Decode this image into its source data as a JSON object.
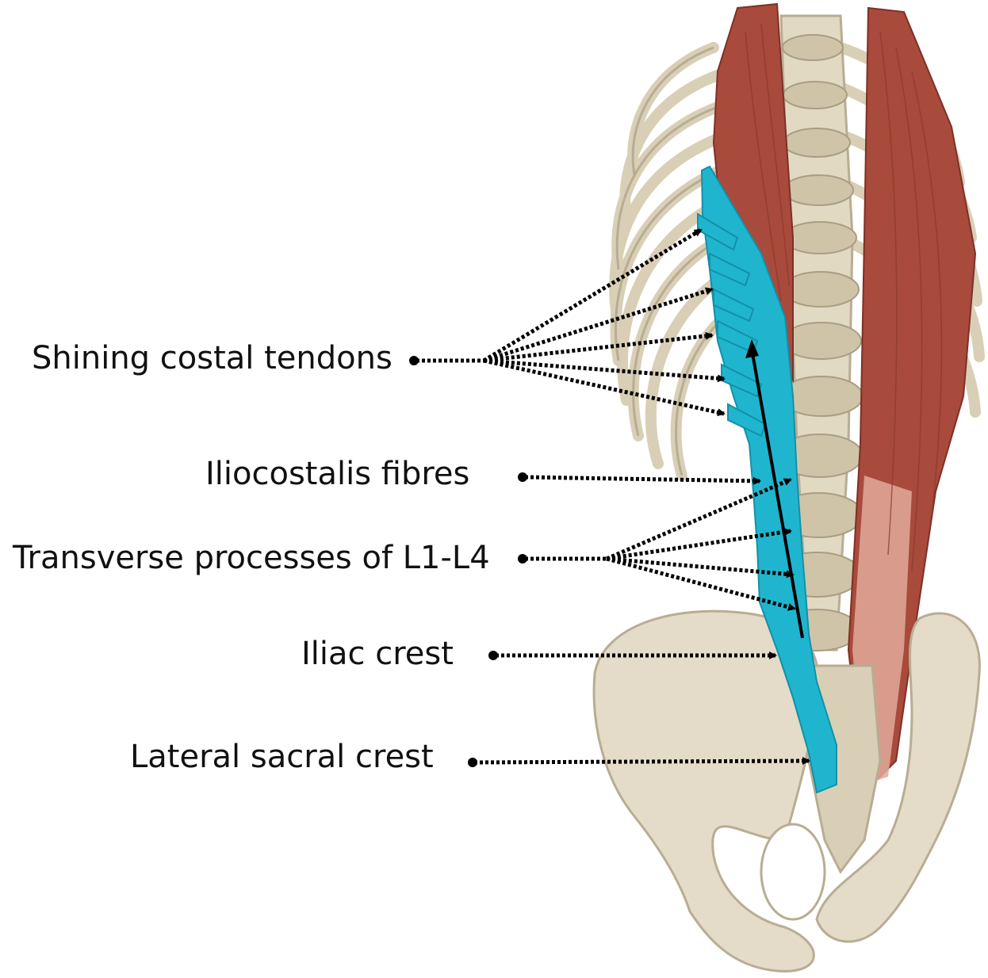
{
  "labels": {
    "costal_tendons": "Shining costal tendons",
    "iliocostalis_fibres": "Iliocostalis fibres",
    "transverse_processes": "Transverse processes of L1-L4",
    "iliac_crest": "Iliac crest",
    "lateral_sacral_crest": "Lateral sacral crest"
  },
  "colors": {
    "bone": "#e4dcc8",
    "bone_shadow": "#b9ae95",
    "muscle": "#a84a3c",
    "muscle_light": "#e0a99a",
    "highlighted_muscle": "#1fb5cf",
    "label_text": "#111111",
    "leader_line": "#000000"
  }
}
